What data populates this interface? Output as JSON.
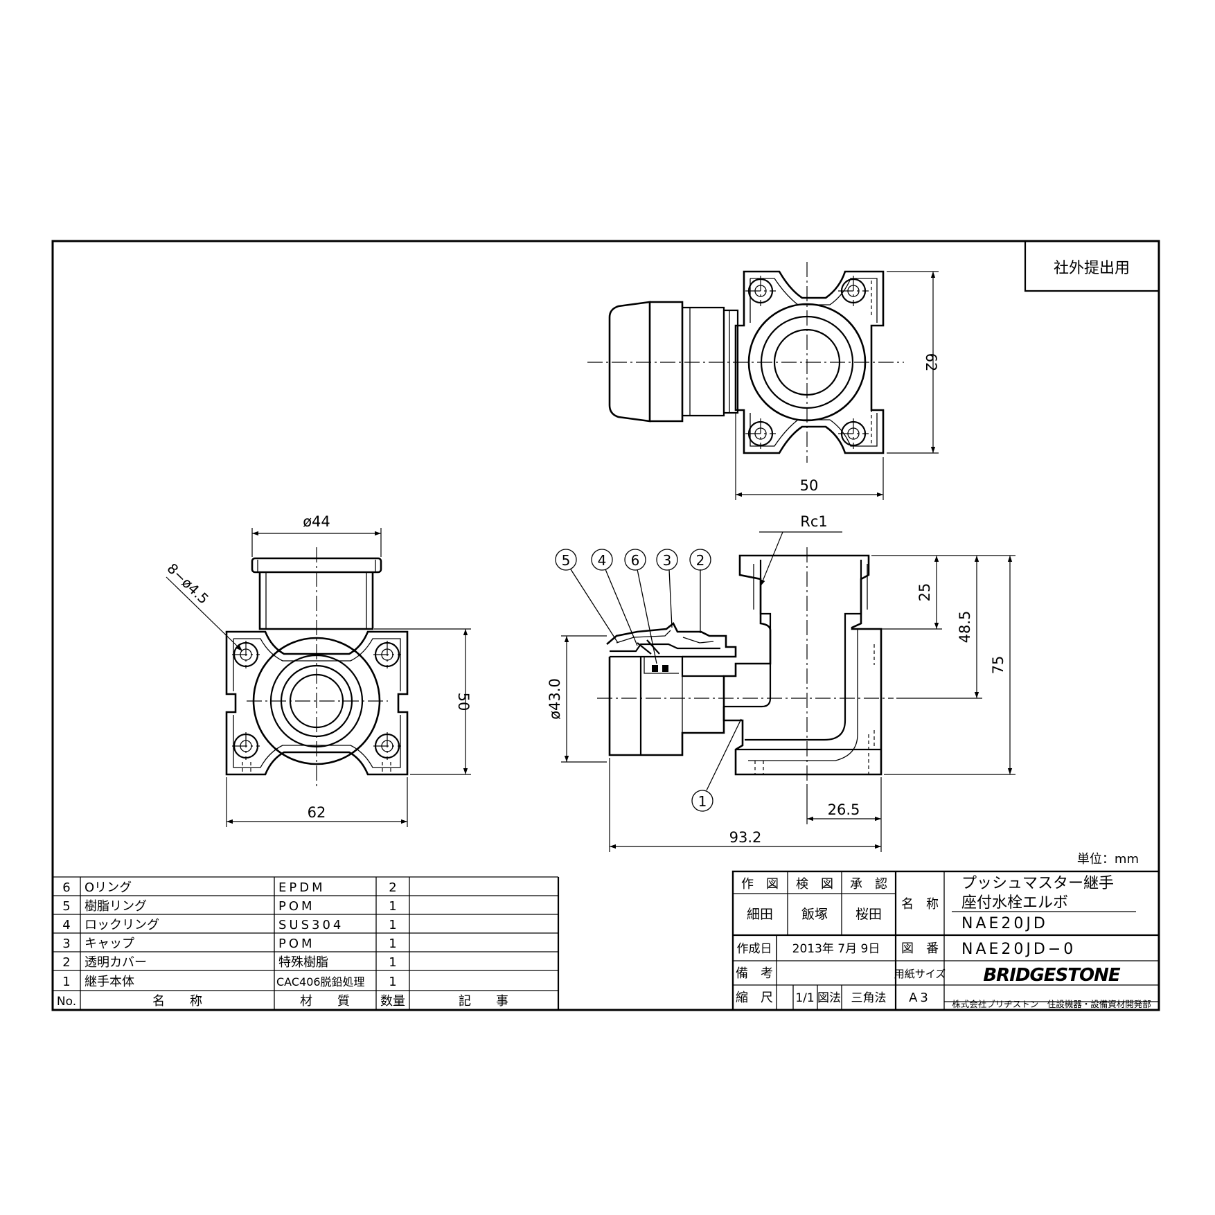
{
  "stamp": "社外提出用",
  "unit_note": "単位：mm",
  "dimensions": {
    "top_height": "62",
    "top_width": "50",
    "left_diameter": "ø44",
    "left_holes": "8−ø4.5",
    "left_height": "50",
    "left_width": "62",
    "thread": "Rc1",
    "depth_25": "25",
    "height_48_5": "48.5",
    "height_75": "75",
    "pipe_diameter": "ø43.0",
    "offset_26_5": "26.5",
    "total_length": "93.2"
  },
  "balloons": [
    "5",
    "4",
    "6",
    "3",
    "2",
    "1"
  ],
  "parts_list": {
    "headers": {
      "no": "No.",
      "name": "名　　称",
      "material": "材　　質",
      "qty": "数量",
      "remarks": "記　　事"
    },
    "rows": [
      {
        "no": "6",
        "name": "Oリング",
        "material": "EPDM",
        "qty": "2",
        "remarks": ""
      },
      {
        "no": "5",
        "name": "樹脂リング",
        "material": "POM",
        "qty": "1",
        "remarks": ""
      },
      {
        "no": "4",
        "name": "ロックリング",
        "material": "SUS304",
        "qty": "1",
        "remarks": ""
      },
      {
        "no": "3",
        "name": "キャップ",
        "material": "POM",
        "qty": "1",
        "remarks": ""
      },
      {
        "no": "2",
        "name": "透明カバー",
        "material": "特殊樹脂",
        "qty": "1",
        "remarks": ""
      },
      {
        "no": "1",
        "name": "継手本体",
        "material": "CAC406脱鉛処理",
        "qty": "1",
        "remarks": ""
      }
    ]
  },
  "title_block": {
    "drawn_label": "作　図",
    "checked_label": "検　図",
    "approved_label": "承　認",
    "drawn_by": "細田",
    "checked_by": "飯塚",
    "approved_by": "桜田",
    "name_label": "名　称",
    "title_line1": "プッシュマスター継手",
    "title_line2": "座付水栓エルボ",
    "model": "NAE20JD",
    "created_label": "作成日",
    "created_date": "2013年  7月  9日",
    "drawing_no_label": "図　番",
    "drawing_no": "NAE20JD−0",
    "notes_label": "備　考",
    "notes_value": "",
    "paper_label": "用紙サイズ",
    "brand": "BRIDGESTONE",
    "scale_label": "縮　尺",
    "scale": "1/1",
    "projection_label": "図法",
    "projection": "三角法",
    "paper_size": "A3",
    "company": "株式会社ブリヂストン　住設機器・設備資材開発部"
  }
}
